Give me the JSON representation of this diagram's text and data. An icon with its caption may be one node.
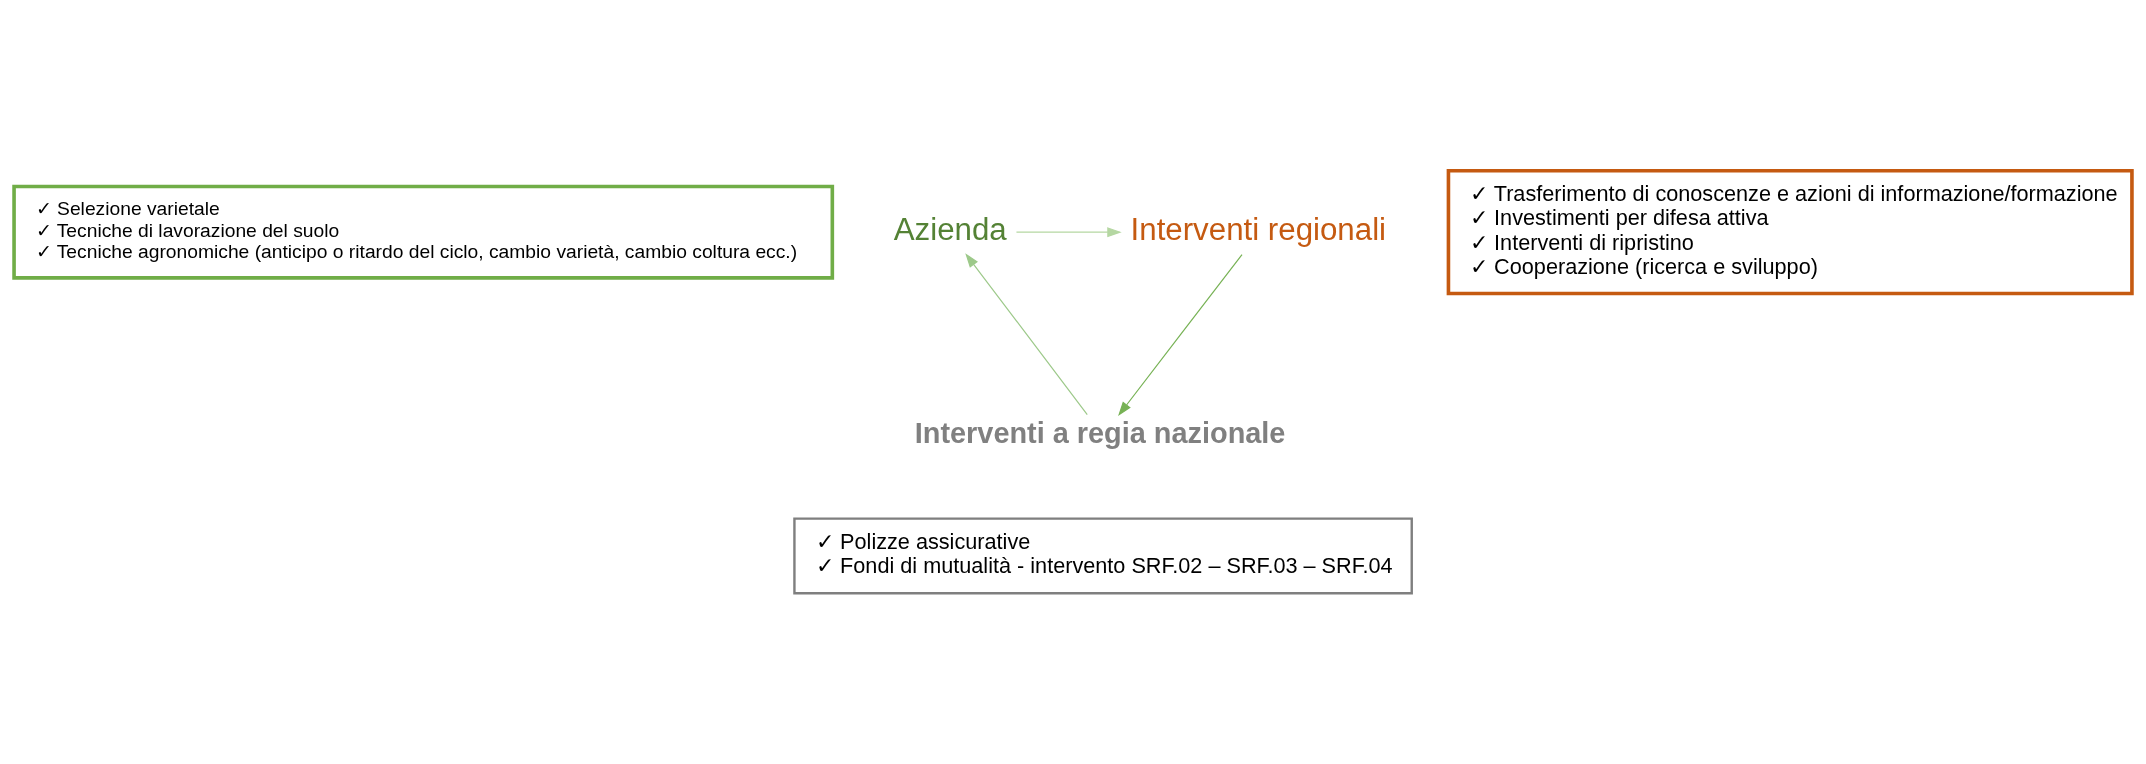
{
  "diagram": {
    "nodes": [
      {
        "text": [
          "✓ Selezione varietale",
          "✓ Tecniche di lavorazione del suolo",
          "✓ Tecniche agronomiche (anticipo o ritardo del ciclo, cambio varietà, cambio coltura ecc.)"
        ]
      },
      {
        "text": [
          "Azienda"
        ]
      },
      {
        "text": [
          "Interventi regionali"
        ]
      },
      {
        "text": [
          "✓ Trasferimento di conoscenze e azioni di informazione/formazione",
          "✓ Investimenti per difesa attiva",
          "✓ Interventi di ripristino",
          "✓ Cooperazione (ricerca e sviluppo)"
        ]
      },
      {
        "text": [
          "Interventi a regia nazionale"
        ]
      },
      {
        "text": [
          "✓ Polizze assicurative",
          "✓ Fondi di mutualità - intervento SRF.02 – SRF.03 – SRF.04"
        ]
      }
    ],
    "edges": [
      {
        "from": 1,
        "to": 2,
        "arrow": "to",
        "color": "#b5d7a2"
      },
      {
        "from": 2,
        "to": 4,
        "arrow": "to",
        "color": "#77b255"
      },
      {
        "from": 4,
        "to": 1,
        "arrow": "to",
        "color": "#9dc98a"
      }
    ]
  }
}
